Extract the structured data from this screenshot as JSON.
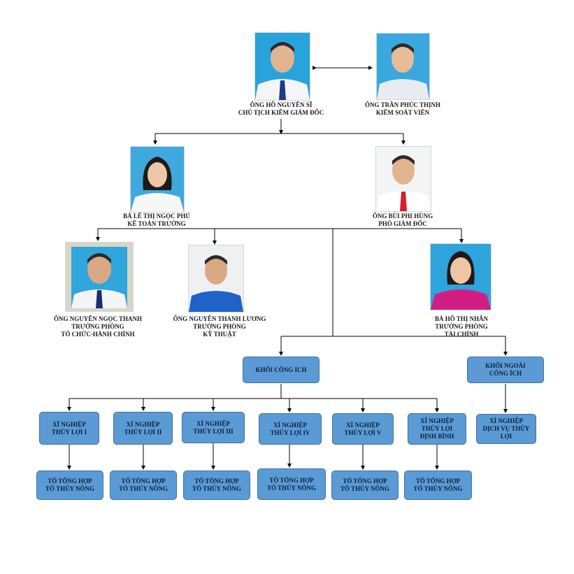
{
  "people": {
    "chairman": {
      "name": "ÔNG HỒ NGUYÊN SĨ",
      "title": "CHỦ TỊCH KIÊM GIÁM ĐỐC"
    },
    "controller": {
      "name": "ÔNG TRẦN PHÚC THỊNH",
      "title": "KIỂM SOÁT VIÊN"
    },
    "chief_accountant": {
      "name": "BÀ LÊ THỊ NGỌC PHÚ",
      "title": "KẾ TOÁN TRƯỞNG"
    },
    "deputy_director": {
      "name": "ÔNG BÙI PHI HÙNG",
      "title": "PHÓ GIÁM ĐỐC"
    },
    "head_admin": {
      "name": "ÔNG NGUYỄN NGỌC THANH",
      "title": "TRƯỞNG PHÒNG",
      "dept": "TỔ CHỨC-HÀNH CHÍNH"
    },
    "head_technical": {
      "name": "ÔNG NGUYỄN THANH LƯƠNG",
      "title": "TRƯỞNG PHÒNG",
      "dept": "KỸ THUẬT"
    },
    "head_finance": {
      "name": "BÀ HỒ THỊ NHẪN",
      "title": "TRƯỞNG PHÒNG",
      "dept": "TÀI CHÍNH"
    }
  },
  "blocks": {
    "public": {
      "line1": "KHỐI CÔNG ÍCH"
    },
    "non_public": {
      "line1": "KHỐI NGOÀI",
      "line2": "CÔNG ÍCH"
    }
  },
  "enterprises": [
    {
      "line1": "XÍ NGHIỆP",
      "line2": "THỦY LỢI I",
      "line3": ""
    },
    {
      "line1": "XÍ NGHIỆP",
      "line2": "THỦY LỢI II",
      "line3": ""
    },
    {
      "line1": "XÍ NGHIỆP",
      "line2": "THỦY LỢI III",
      "line3": ""
    },
    {
      "line1": "XÍ NGHIỆP",
      "line2": "THỦY LỢI IV",
      "line3": ""
    },
    {
      "line1": "XÍ NGHIỆP",
      "line2": "THỦY LỢI V",
      "line3": ""
    },
    {
      "line1": "XÍ NGHIỆP",
      "line2": "THỦY LỢI",
      "line3": "ĐỊNH BÌNH"
    },
    {
      "line1": "XÍ NGHIỆP",
      "line2": "DỊCH VỤ THỦY",
      "line3": "LỢI"
    }
  ],
  "teams": [
    {
      "line1": "TỔ TỔNG HỢP",
      "line2": "TỔ THỦY NÔNG"
    },
    {
      "line1": "TỔ TỔNG HỢP",
      "line2": "TỔ THỦY NÔNG"
    },
    {
      "line1": "TỔ TỔNG HỢP",
      "line2": "TỔ THỦY NÔNG"
    },
    {
      "line1": "TỔ TỔNG HỢP",
      "line2": "TỔ THỦY NÔNG"
    },
    {
      "line1": "TỔ TỔNG HỢP",
      "line2": "TỔ THỦY NÔNG"
    },
    {
      "line1": "TỔ TỔNG HỢP",
      "line2": "TỔ THỦY NÔNG"
    }
  ],
  "colors": {
    "box_fill": "#5b9bd5",
    "box_border": "#41719c",
    "photo_bg_blue": "#29a3dc",
    "line": "#000000"
  }
}
